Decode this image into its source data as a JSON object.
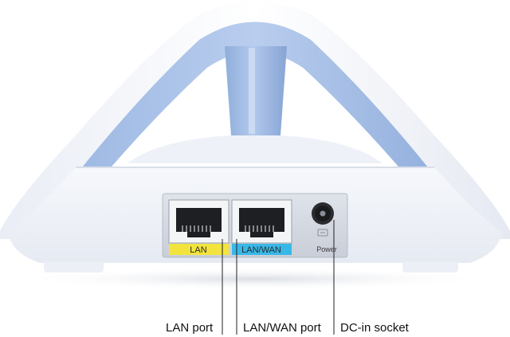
{
  "product": {
    "port_labels": {
      "lan": "LAN",
      "lan_wan": "LAN/WAN",
      "power": "Power"
    }
  },
  "callouts": {
    "lan_port": "LAN port",
    "lan_wan_port": "LAN/WAN port",
    "dc_in_socket": "DC-in socket"
  },
  "colors": {
    "lan_strip": "#f2e43c",
    "lan_wan_strip": "#38b8e8",
    "accent_blue": "#a9c3e8",
    "body_white": "#f3f5fa"
  }
}
